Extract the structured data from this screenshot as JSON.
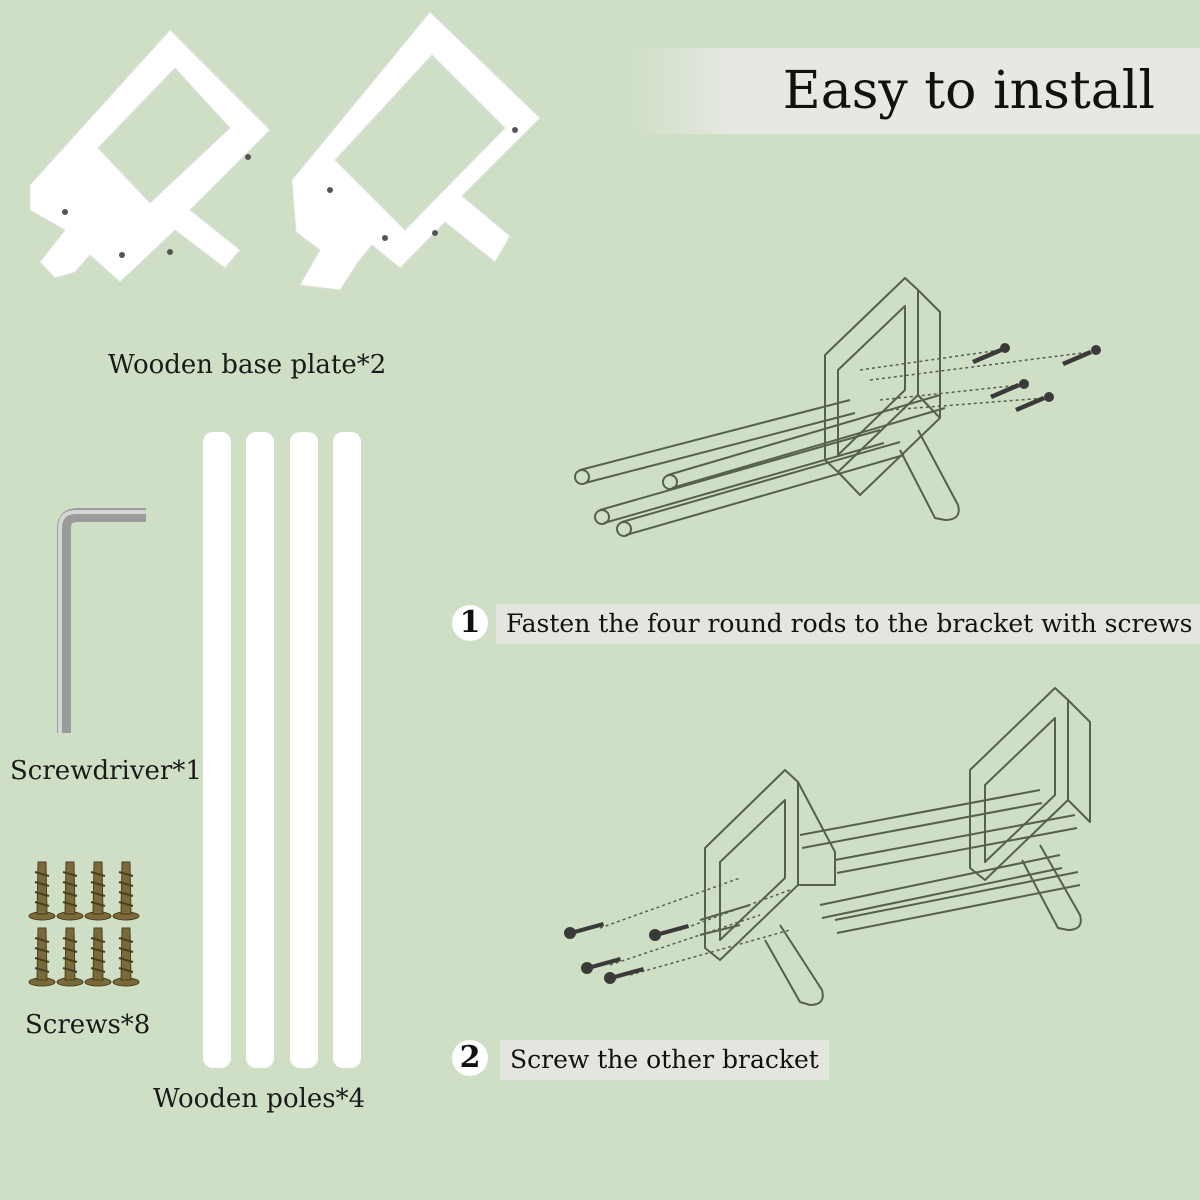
{
  "title": "Easy to install",
  "parts": {
    "base_plate": "Wooden base plate*2",
    "screwdriver": "Screwdriver*1",
    "screws": "Screws*8",
    "poles": "Wooden poles*4"
  },
  "steps": [
    {
      "number": "1",
      "text": "Fasten the four round rods to the bracket with screws"
    },
    {
      "number": "2",
      "text": "Screw the other bracket"
    }
  ],
  "colors": {
    "background": "#cfdfc5",
    "band": "#e3e6df",
    "part_white": "#ffffff",
    "screw_bronze": "#7a6a3a",
    "line_drawing": "#55604e"
  }
}
